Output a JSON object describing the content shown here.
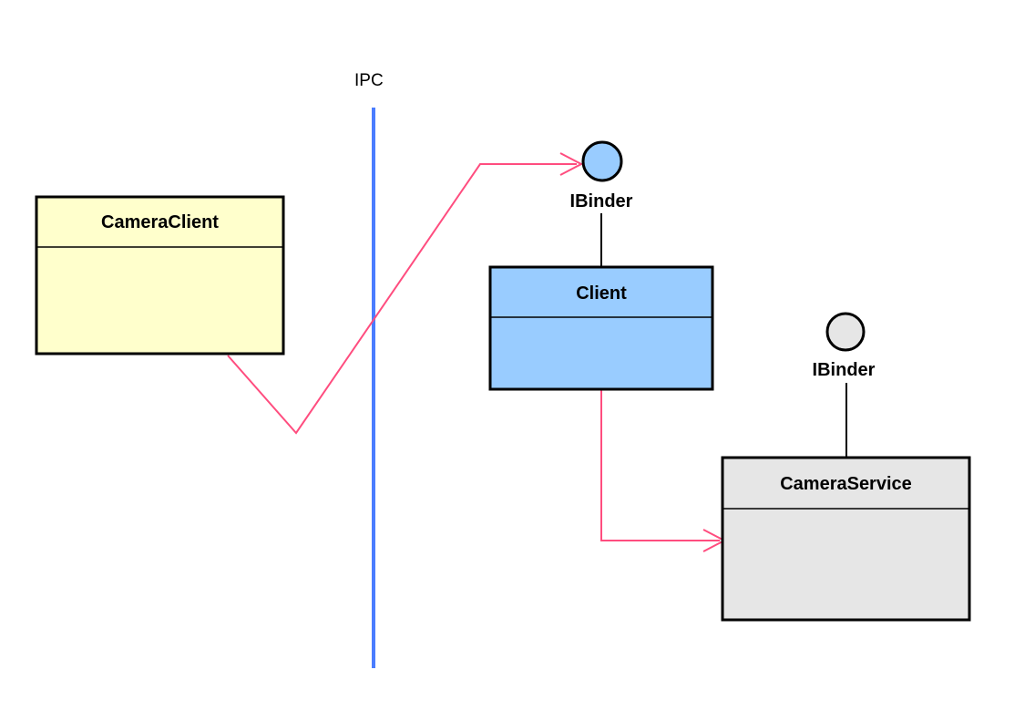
{
  "diagram": {
    "boundary": {
      "label": "IPC",
      "color": "#4a7dff"
    },
    "classes": [
      {
        "id": "camera-client",
        "name": "CameraClient",
        "fill": "#ffffcc"
      },
      {
        "id": "client",
        "name": "Client",
        "fill": "#99ccff"
      },
      {
        "id": "camera-service",
        "name": "CameraService",
        "fill": "#e6e6e6"
      }
    ],
    "interfaces": [
      {
        "id": "client-ibinder",
        "name": "IBinder",
        "fill": "#99ccff",
        "attached_to": "client"
      },
      {
        "id": "service-ibinder",
        "name": "IBinder",
        "fill": "#e6e6e6",
        "attached_to": "camera-service"
      }
    ],
    "relations": [
      {
        "from": "camera-client",
        "to": "client-ibinder",
        "kind": "dependency",
        "crosses": "IPC",
        "color": "#ff4d7f"
      },
      {
        "from": "client",
        "to": "camera-service",
        "kind": "dependency",
        "color": "#ff4d7f"
      }
    ]
  }
}
